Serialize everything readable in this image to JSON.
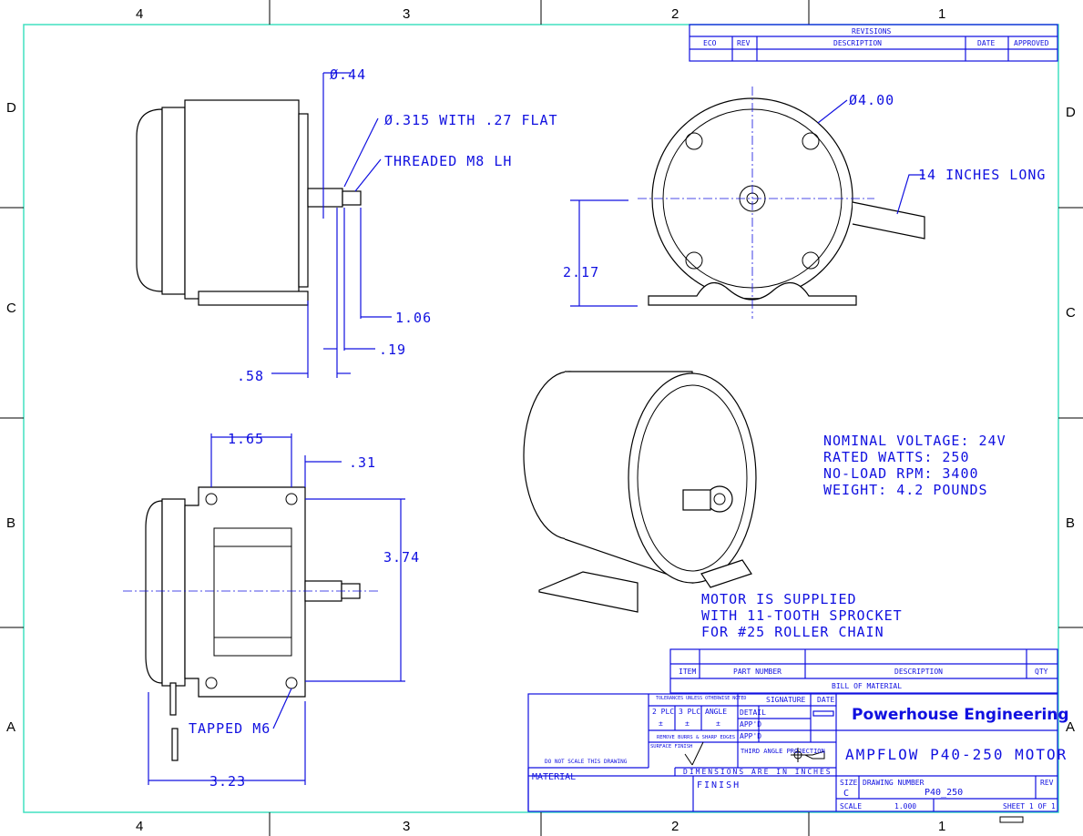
{
  "zones": {
    "top": [
      "4",
      "3",
      "2",
      "1"
    ],
    "side": [
      "D",
      "C",
      "B",
      "A"
    ]
  },
  "revisions": {
    "title": "REVISIONS",
    "columns": [
      "ECO",
      "REV",
      "DESCRIPTION",
      "DATE",
      "APPROVED"
    ]
  },
  "side_view": {
    "shaft_dia": "Ø.44",
    "flat": "Ø.315 WITH .27 FLAT",
    "thread": "THREADED M8 LH",
    "dim_106": "1.06",
    "dim_19": ".19",
    "dim_58": ".58"
  },
  "front_view": {
    "diameter": "Ø4.00",
    "lead": "14 INCHES LONG",
    "height": "2.17"
  },
  "bottom_view": {
    "dim_165": "1.65",
    "dim_31": ".31",
    "dim_374": "3.74",
    "tapped": "TAPPED M6",
    "dim_323": "3.23"
  },
  "specs": [
    "NOMINAL VOLTAGE: 24V",
    "RATED WATTS: 250",
    "NO-LOAD RPM: 3400",
    "WEIGHT: 4.2 POUNDS"
  ],
  "note": [
    "MOTOR IS SUPPLIED",
    "WITH 11-TOOTH SPROCKET",
    "FOR #25 ROLLER CHAIN"
  ],
  "bom": {
    "columns": [
      "ITEM",
      "PART NUMBER",
      "DESCRIPTION",
      "QTY"
    ],
    "title": "BILL OF MATERIAL"
  },
  "title_block": {
    "tolerances": "TOLERANCES UNLESS OTHERWISE NOTED",
    "tol_2plc": "2 PLC",
    "tol_3plc": "3 PLC",
    "tol_angle": "ANGLE",
    "pm": "±",
    "signature": "SIGNATURE",
    "date": "DATE",
    "detail": "DETAIL",
    "appd1": "APP'D",
    "appd2": "APP'D",
    "deburr": "REMOVE BURRS & SHARP EDGES",
    "surface_finish": "SURFACE FINISH",
    "projection": "THIRD ANGLE PROJECTION",
    "do_not_scale": "DO NOT SCALE THIS DRAWING",
    "material": "MATERIAL",
    "dims_inches": "DIMENSIONS ARE IN INCHES",
    "finish": "FINISH",
    "company": "Powerhouse Engineering",
    "drawing_title": "AMPFLOW P40-250 MOTOR",
    "size_label": "SIZE",
    "size": "C",
    "dwg_no_label": "DRAWING NUMBER",
    "dwg_no": "P40_250",
    "rev_label": "REV",
    "scale_label": "SCALE",
    "scale": "1.000",
    "sheet": "SHEET 1 OF 1"
  },
  "colors": {
    "border": "#40e0c0",
    "ink": "#1010e0",
    "line": "#000000"
  }
}
